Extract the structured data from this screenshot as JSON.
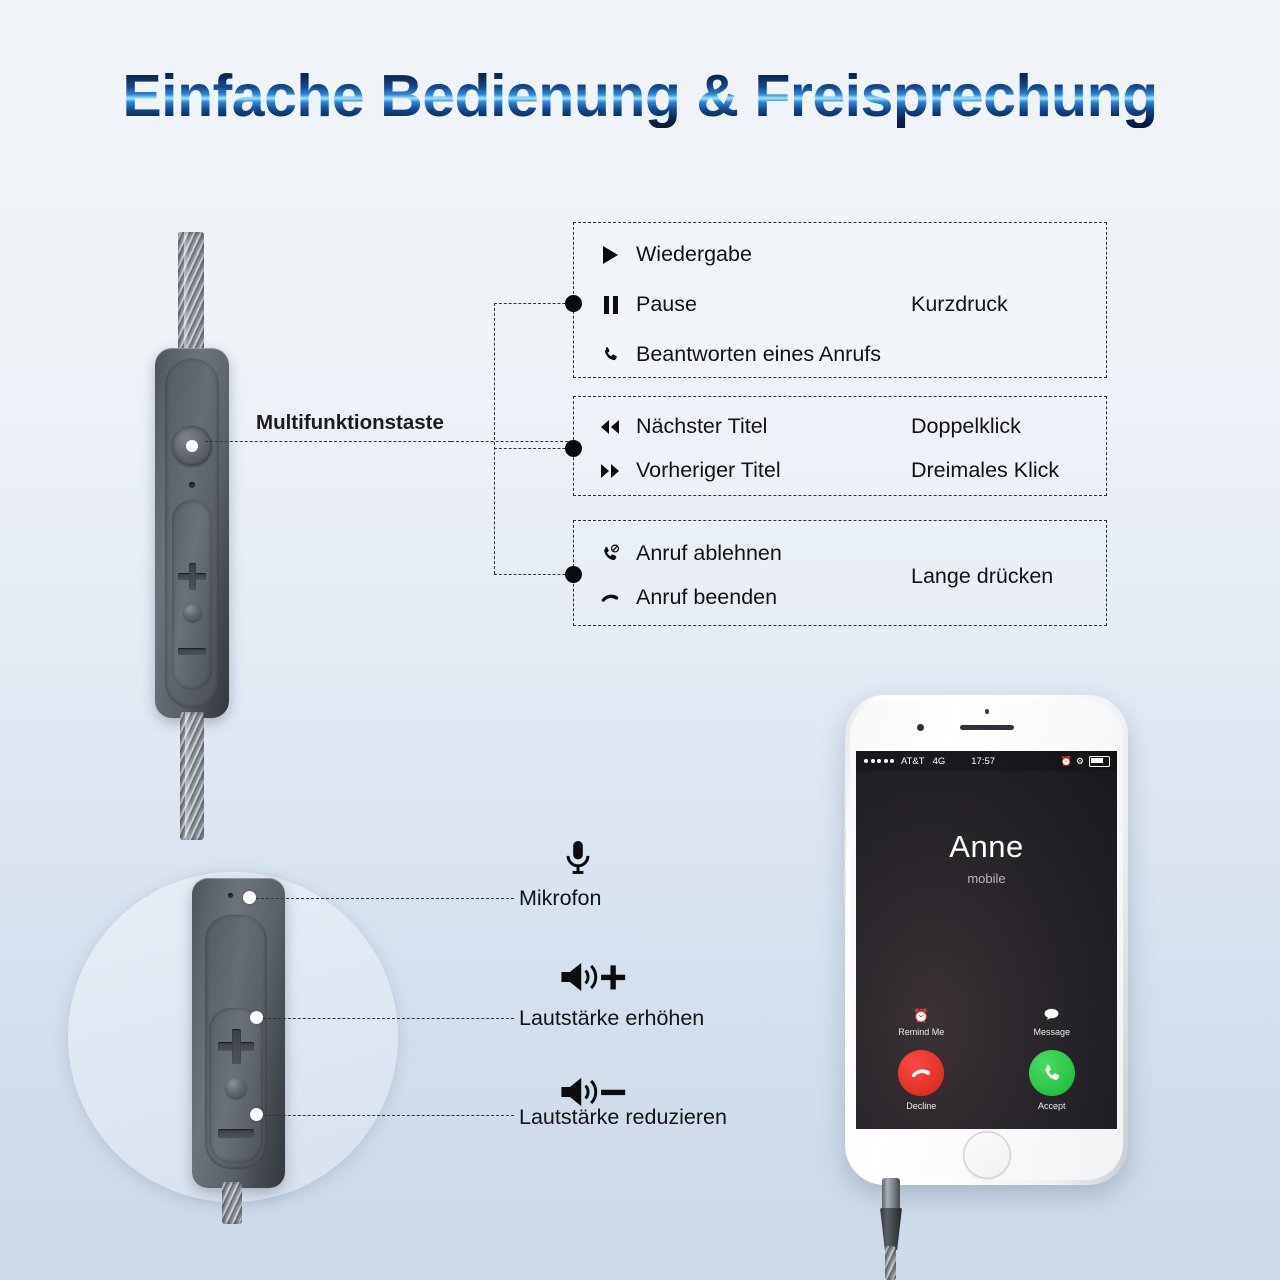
{
  "title": "Einfache Bedienung & Freisprechung",
  "callout": {
    "multifunction_label": "Multifunktionstaste"
  },
  "spec_boxes": [
    {
      "rows": [
        {
          "icon": "play-icon",
          "label": "Wiedergabe"
        },
        {
          "icon": "pause-icon",
          "label": "Pause"
        },
        {
          "icon": "phone-answer-icon",
          "label": "Beantworten eines Anrufs"
        }
      ],
      "action": "Kurzdruck"
    },
    {
      "rows": [
        {
          "icon": "rewind-icon",
          "label": "Nächster Titel",
          "action": "Doppelklick"
        },
        {
          "icon": "fast-forward-icon",
          "label": "Vorheriger Titel",
          "action": "Dreimales Klick"
        }
      ]
    },
    {
      "rows": [
        {
          "icon": "phone-decline-icon",
          "label": "Anruf ablehnen"
        },
        {
          "icon": "phone-end-icon",
          "label": "Anruf beenden"
        }
      ],
      "action": "Lange drücken"
    }
  ],
  "bottom_labels": [
    {
      "icon": "microphone-icon",
      "label": "Mikrofon"
    },
    {
      "icon": "volume-up-icon",
      "label": "Lautstärke erhöhen"
    },
    {
      "icon": "volume-down-icon",
      "label": "Lautstärke  reduzieren"
    }
  ],
  "phone": {
    "status_bar": {
      "carrier": "AT&T",
      "network": "4G",
      "time": "17:57"
    },
    "caller_name": "Anne",
    "caller_type": "mobile",
    "actions": {
      "remind_me": "Remind Me",
      "message": "Message",
      "decline": "Decline",
      "accept": "Accept"
    }
  },
  "colors": {
    "title_dark": "#06163a",
    "title_bright": "#9fe4ff",
    "accept_green": "#28c247",
    "decline_red": "#e02f26"
  }
}
